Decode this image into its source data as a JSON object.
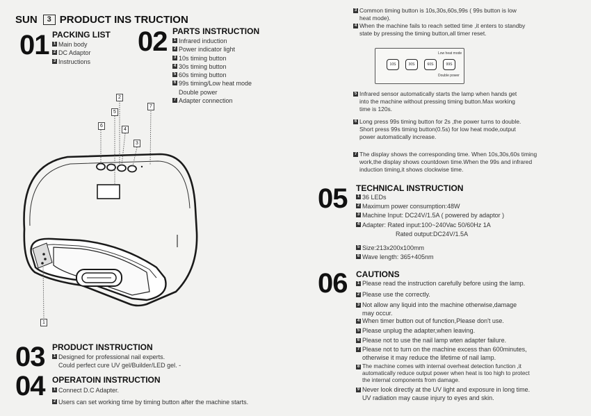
{
  "header": {
    "brand": "SUN",
    "model": "3",
    "title": "PRODUCT INS TRUCTION"
  },
  "sections": {
    "packing": {
      "num": "01",
      "title": "PACKING LIST",
      "items": [
        "Main body",
        "DC Adaptor",
        "Instructions"
      ]
    },
    "parts": {
      "num": "02",
      "title": "PARTS INSTRUCTION",
      "items": [
        "Infrared induction",
        "Power indicator light",
        "10s timing button",
        "30s timing button",
        "60s timing button",
        "99s timing/Low heat mode"
      ],
      "item_cont": "Double power",
      "last_item": "Adapter connection"
    },
    "product": {
      "num": "03",
      "title": "PRODUCT INSTRUCTION",
      "line1": "Designed for  professional nail experts.",
      "line2": "Could perfect cure UV gel/Builder/LED gel.  -"
    },
    "operation": {
      "num": "04",
      "title": "OPERATOIN INSTRUCTION",
      "items": [
        "Connect  D.C Adapter.",
        "Users can set working time by timing button after the machine starts."
      ]
    },
    "right_top": {
      "i3a": "Common timing button is 10s,30s,60s,99s ( 99s button is low",
      "i3b": "heat mode).",
      "i4a": "When the machine fails to reach setted time ,it enters to standby",
      "i4b": "state by pressing the timing button,all timer reset."
    },
    "panel": {
      "buttons": [
        "10S",
        "30S",
        "60S",
        "99S"
      ],
      "top_label": "Low heat mode",
      "bottom_label": "Double power"
    },
    "right_mid": {
      "i5": [
        "Infrared sensor automatically starts the lamp when hands get",
        "into the machine without pressing timing button.Max working",
        "time is 120s."
      ],
      "i6": [
        "Long press 99s timing button for 2s ,the power turns to double.",
        "Short press 99s timing button(0.5s) for low heat mode,output",
        "power automatically increase."
      ],
      "i7": [
        "The display shows the corresponding time. When 10s,30s,60s timing",
        "work,the display shows countdown time.When the 99s and infrared",
        "induction timing,it shows clockwise time."
      ]
    },
    "technical": {
      "num": "05",
      "title": "TECHNICAL INSTRUCTION",
      "items": [
        "36 LEDs",
        "Maximum power consumption:48W",
        "Machine Input: DC24V/1.5A  ( powered by adaptor )",
        "Adapter: Rated input:100~240Vac 50/60Hz 1A"
      ],
      "item4_cont": "Rated output:DC24V/1.5A",
      "items2": [
        "Size:213x200x100mm",
        "Wave length: 365+405nm"
      ]
    },
    "cautions": {
      "num": "06",
      "title": "CAUTIONS",
      "i1": [
        "Please read the instruction carefully before using the lamp."
      ],
      "i2": [
        "Please use the correctly."
      ],
      "i3": [
        "Not allow any liquid into the machine otherwise,damage",
        "may occur."
      ],
      "i4": [
        "When timer button out of function,Please don't use."
      ],
      "i5": [
        "Please unplug the adapter,when leaving."
      ],
      "i6": [
        "Please not to use the nail lamp wten adapter failure."
      ],
      "i7": [
        "Please not to turn on the machine excess than 600minutes,",
        "otherwise it may reduce the lifetime of nail lamp."
      ],
      "i8": [
        "The machine comes with internal overheat detection function ,it",
        "automatically reduce output power when heat is too high to protect",
        "the internal components from damage."
      ],
      "i9": [
        "Never look directly at the UV light and exposure in long time.",
        "UV radiation may cause injury to eyes and skin."
      ]
    }
  },
  "callouts": [
    "1",
    "2",
    "3",
    "4",
    "5",
    "6",
    "7"
  ]
}
